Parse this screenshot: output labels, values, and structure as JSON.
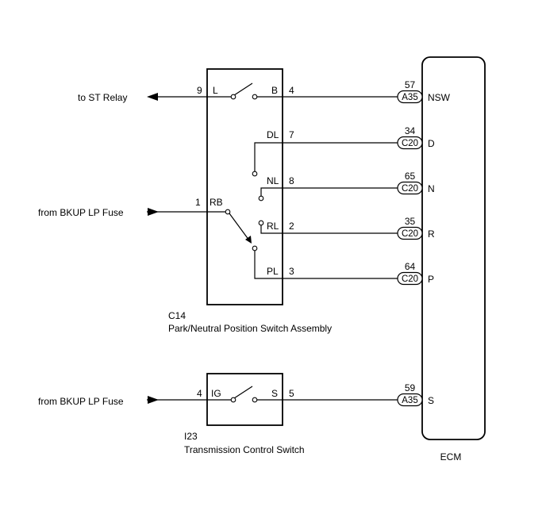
{
  "ecm": {
    "label": "ECM"
  },
  "switch_c14": {
    "code": "C14",
    "name": "Park/Neutral Position Switch Assembly",
    "pins": {
      "L": {
        "label": "L",
        "num": "9"
      },
      "B": {
        "label": "B",
        "num": "4"
      },
      "DL": {
        "label": "DL",
        "num": "7"
      },
      "NL": {
        "label": "NL",
        "num": "8"
      },
      "RB": {
        "label": "RB",
        "num": "1"
      },
      "RL": {
        "label": "RL",
        "num": "2"
      },
      "PL": {
        "label": "PL",
        "num": "3"
      }
    }
  },
  "switch_i23": {
    "code": "I23",
    "name": "Transmission Control Switch",
    "pins": {
      "IG": {
        "label": "IG",
        "num": "4"
      },
      "S": {
        "label": "S",
        "num": "5"
      }
    }
  },
  "external": {
    "st_relay": "to ST Relay",
    "bkup1": "from BKUP LP Fuse",
    "bkup2": "from BKUP LP Fuse"
  },
  "ecm_pins": [
    {
      "pin": "57",
      "connector": "A35",
      "label": "NSW"
    },
    {
      "pin": "34",
      "connector": "C20",
      "label": "D"
    },
    {
      "pin": "65",
      "connector": "C20",
      "label": "N"
    },
    {
      "pin": "35",
      "connector": "C20",
      "label": "R"
    },
    {
      "pin": "64",
      "connector": "C20",
      "label": "P"
    },
    {
      "pin": "59",
      "connector": "A35",
      "label": "S"
    }
  ]
}
